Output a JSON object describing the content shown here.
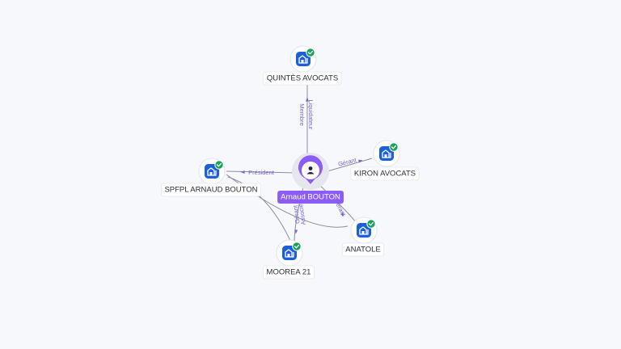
{
  "colors": {
    "person": "#8b5cf6",
    "company": "#1d5fd6",
    "verified": "#19a35a",
    "edge": "#8a8ea0",
    "edge_label": "#7b63d6"
  },
  "center": {
    "label": "Arnaud BOUTON",
    "icon": "person-icon"
  },
  "nodes": [
    {
      "id": "quintes",
      "label": "QUINTÈS AVOCATS",
      "icon": "building-icon",
      "verified": true
    },
    {
      "id": "kiron",
      "label": "KIRON AVOCATS",
      "icon": "building-icon",
      "verified": true
    },
    {
      "id": "sppfl",
      "label": "SPFPL ARNAUD BOUTON",
      "icon": "building-icon",
      "verified": true
    },
    {
      "id": "anatole",
      "label": "ANATOLE",
      "icon": "building-icon",
      "verified": true
    },
    {
      "id": "moorea",
      "label": "MOOREA 21",
      "icon": "building-icon",
      "verified": true
    }
  ],
  "edges": [
    {
      "to": "quintes",
      "labels": [
        "Liquidateur",
        "Membre"
      ]
    },
    {
      "to": "kiron",
      "labels": [
        "Gérant"
      ]
    },
    {
      "to": "sppfl",
      "labels": [
        "Président"
      ]
    },
    {
      "to": "anatole",
      "labels": [
        "Gérant"
      ]
    },
    {
      "to": "moorea",
      "labels": [
        "Gérant",
        "Associé"
      ]
    }
  ]
}
